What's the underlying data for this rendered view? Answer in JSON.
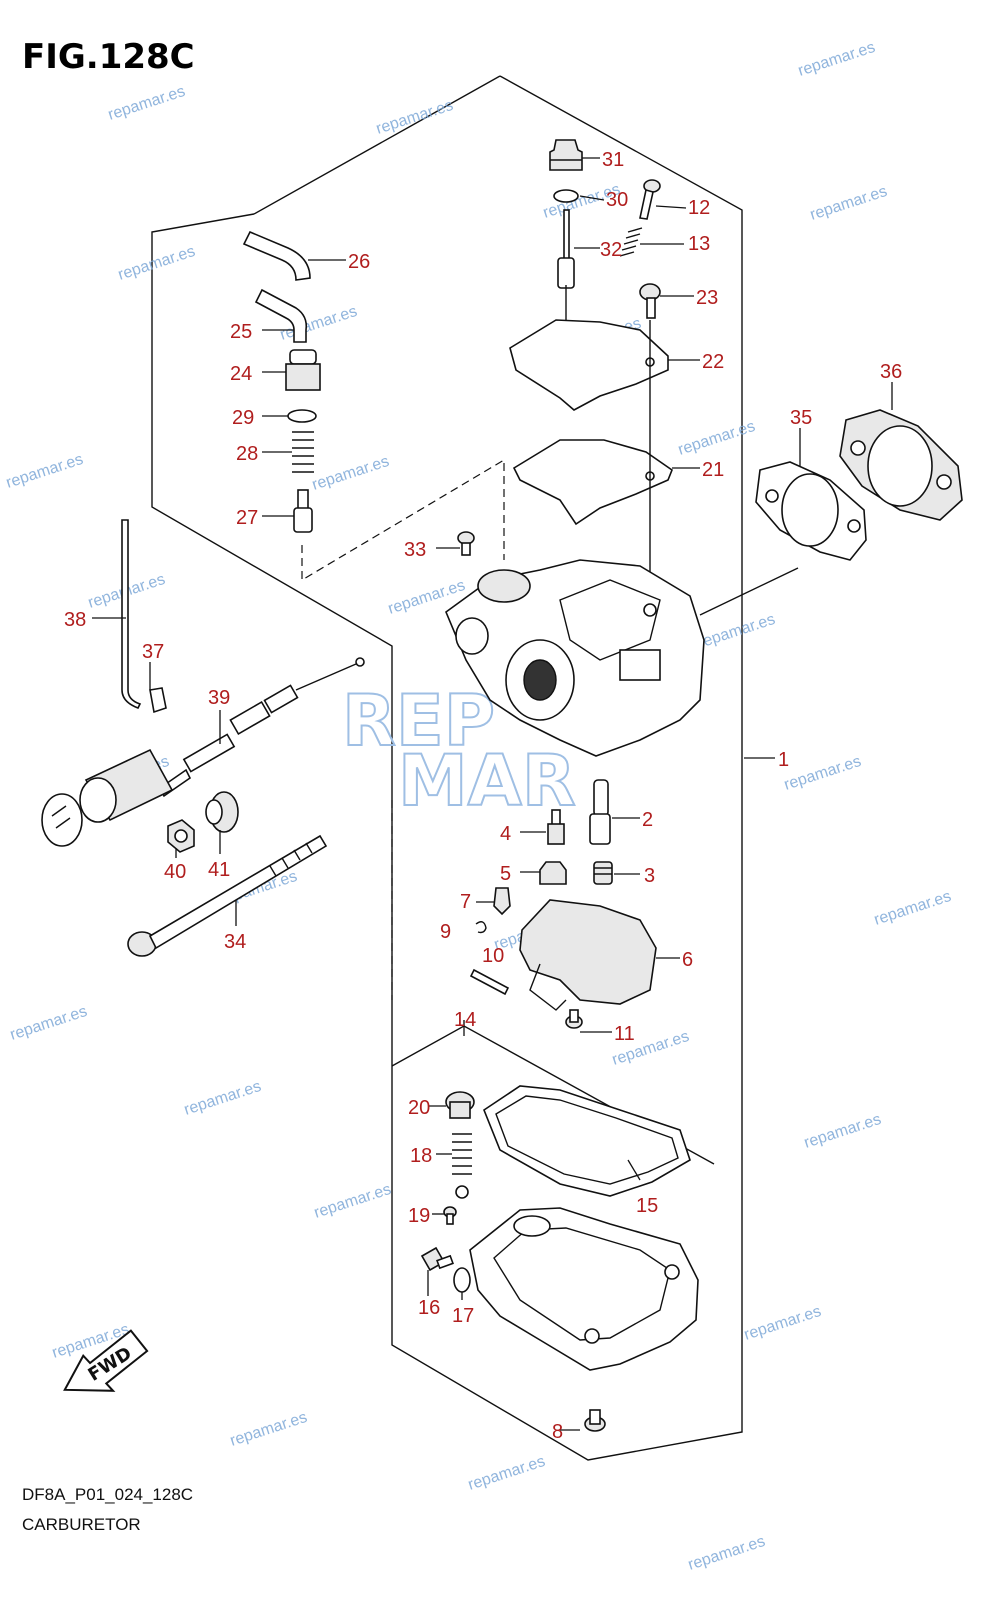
{
  "figure": {
    "title": "FIG.128C",
    "code": "DF8A_P01_024_128C",
    "name": "CARBURETOR",
    "fwd_label": "FWD"
  },
  "watermark": {
    "text": "repamar.es",
    "logo_top": "REP",
    "logo_bottom": "MAR",
    "color": "#7ea9d8"
  },
  "callouts": [
    "1",
    "2",
    "3",
    "4",
    "5",
    "6",
    "7",
    "8",
    "9",
    "10",
    "11",
    "12",
    "13",
    "14",
    "15",
    "16",
    "17",
    "18",
    "19",
    "20",
    "21",
    "22",
    "23",
    "24",
    "25",
    "26",
    "27",
    "28",
    "29",
    "30",
    "31",
    "32",
    "33",
    "34",
    "35",
    "36",
    "37",
    "38",
    "39",
    "40",
    "41"
  ],
  "colors": {
    "callout": "#b01e1e",
    "line": "#111111"
  }
}
